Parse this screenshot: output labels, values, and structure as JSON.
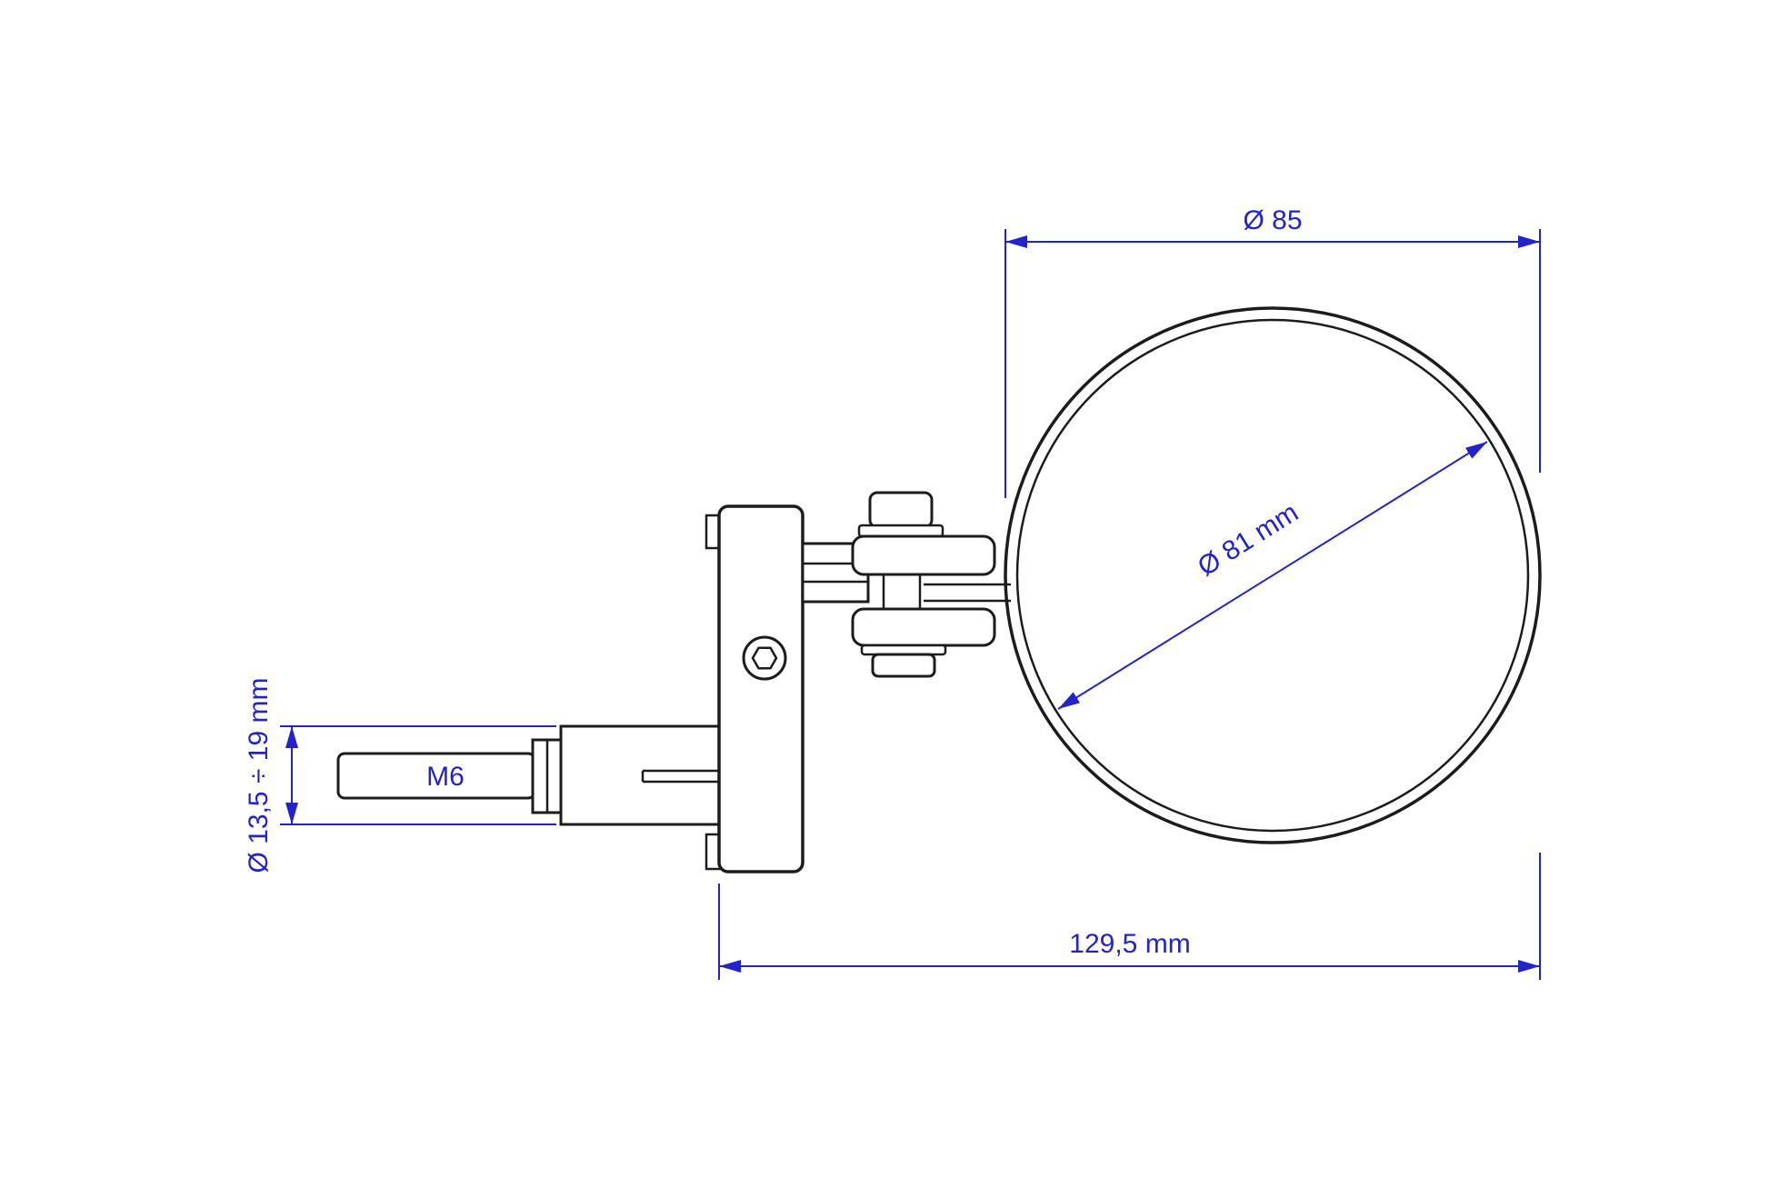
{
  "drawing": {
    "kind": "bar-end-mirror-technical-drawing",
    "colors": {
      "outline": "#1c1c1c",
      "dimension": "#2323cd",
      "background": "#ffffff"
    },
    "labels": {
      "top_diameter": "Ø 85",
      "mirror_glass_diameter": "Ø 81 mm",
      "clamp_diameter_range": "Ø 13,5 ÷ 19 mm",
      "bolt_thread": "M6",
      "overall_length": "129,5 mm"
    }
  }
}
